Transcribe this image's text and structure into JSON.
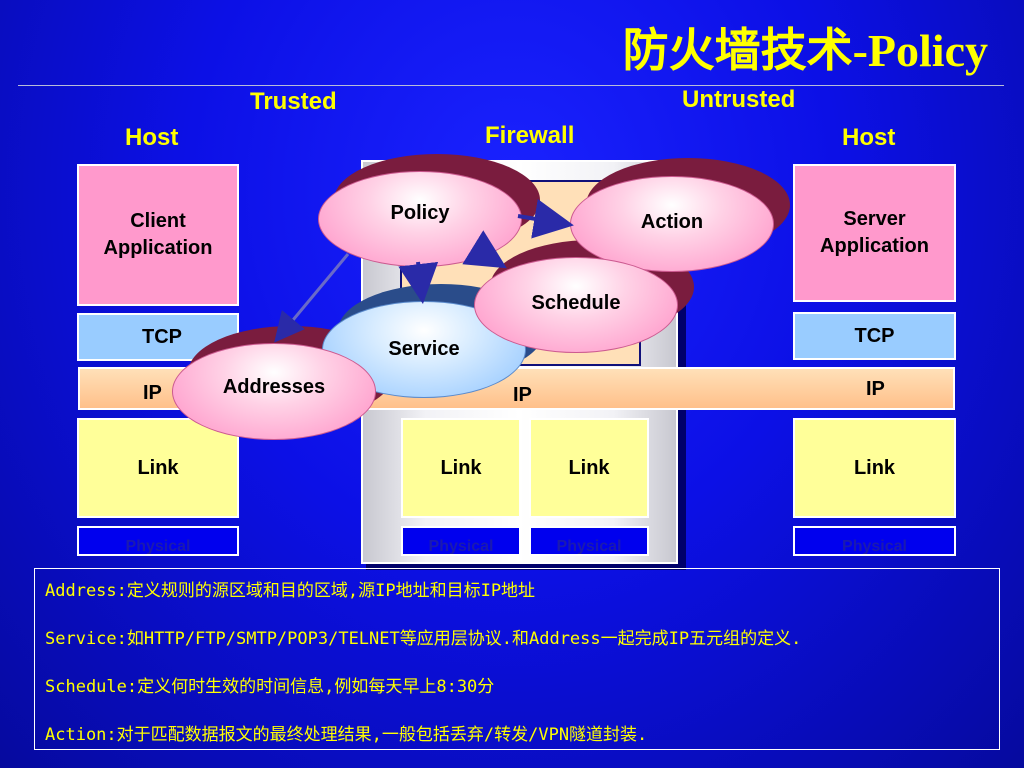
{
  "title": "防火墙技术-Policy",
  "labels": {
    "trusted": "Trusted",
    "untrusted": "Untrusted",
    "host_left": "Host",
    "firewall": "Firewall",
    "host_right": "Host"
  },
  "client": {
    "app_line1": "Client",
    "app_line2": "Application",
    "tcp": "TCP",
    "ip": "IP",
    "link": "Link",
    "physical": "Physical"
  },
  "firewall_stack": {
    "ip": "IP",
    "link_left": "Link",
    "link_right": "Link",
    "physical_left": "Physical",
    "physical_right": "Physical"
  },
  "server": {
    "app_line1": "Server",
    "app_line2": "Application",
    "tcp": "TCP",
    "ip": "IP",
    "link": "Link",
    "physical": "Physical"
  },
  "policy_nodes": {
    "policy": "Policy",
    "action": "Action",
    "schedule": "Schedule",
    "service": "Service",
    "addresses": "Addresses"
  },
  "notes": [
    "Address:定义规则的源区域和目的区域,源IP地址和目标IP地址",
    "Service:如HTTP/FTP/SMTP/POP3/TELNET等应用层协议.和Address一起完成IP五元组的定义.",
    "Schedule:定义何时生效的时间信息,例如每天早上8:30分",
    "Action:对于匹配数据报文的最终处理结果,一般包括丢弃/转发/VPN隧道封装."
  ],
  "colors": {
    "background": "#0c10e6",
    "title": "#ffff00",
    "app_box": "#ff99cc",
    "tcp_box": "#99ccff",
    "link_box": "#ffff99",
    "ip_bar": "#ffc08a",
    "arrow": "#2a2aa8"
  }
}
